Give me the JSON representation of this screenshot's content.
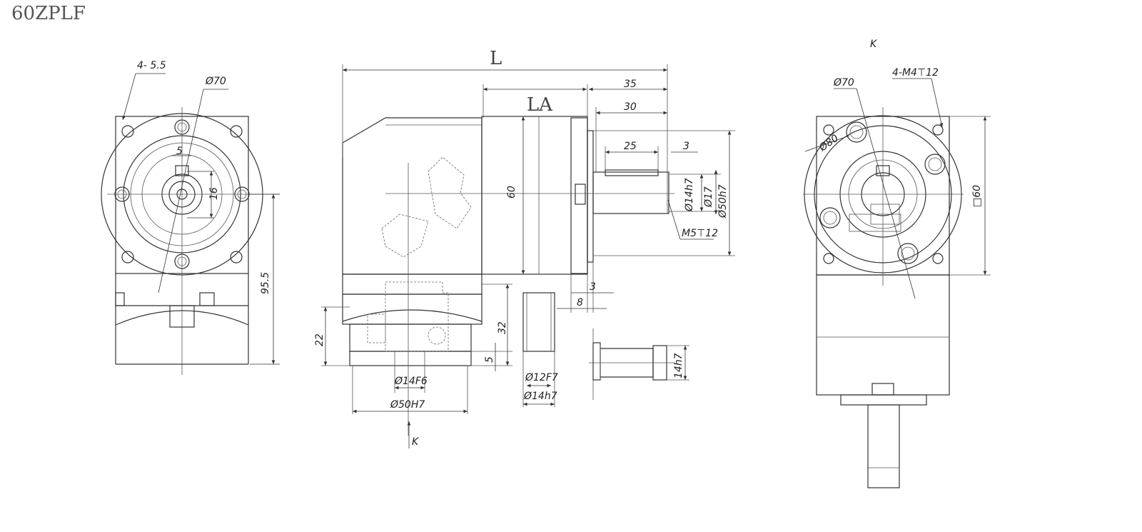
{
  "title": "60ZPLF",
  "labels": {
    "L": "L",
    "LA": "LA",
    "d35": "35",
    "d30": "30",
    "d25": "25",
    "d3a": "3",
    "d60": "60",
    "d14h7": "Ø14h7",
    "d17": "Ø17",
    "d50h7": "Ø50h7",
    "m5": "M5⊤12",
    "d3b": "3",
    "d8": "8",
    "d32": "32",
    "d22": "22",
    "d5b": "5",
    "d14f6": "Ø14F6",
    "d50H7": "Ø50H7",
    "kbottom": "K",
    "d12f7": "Ø12F7",
    "d14h7b": "Ø14h7",
    "d14h7c": "14h7",
    "holes": "4- 5.5",
    "d70a": "Ø70",
    "d5a": "5",
    "d16": "16",
    "d95": "95.5",
    "ktop": "K",
    "m4": "4-M4⊤12",
    "d70b": "Ø70",
    "d80": "Ø80",
    "sq60": "□60"
  }
}
